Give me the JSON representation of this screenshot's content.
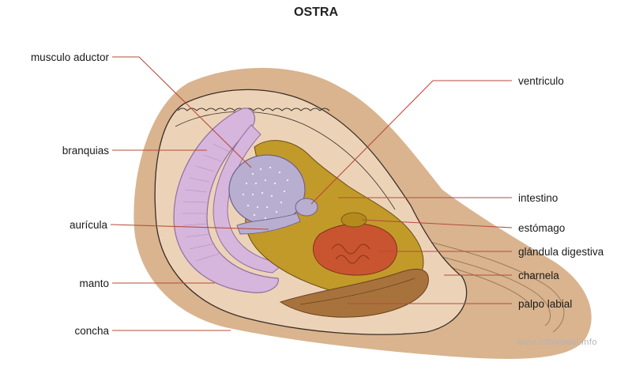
{
  "title": "OSTRA",
  "credit": "www.infovisual.info",
  "labels": {
    "musculo_aductor": "musculo aductor",
    "branquias": "branquias",
    "auricula": "aurícula",
    "manto": "manto",
    "concha": "concha",
    "ventriculo": "ventriculo",
    "intestino": "intestino",
    "estomago": "estómago",
    "glandula_digestiva": "glándula digestiva",
    "charnela": "charnela",
    "palpo_labial": "palpo labial"
  },
  "colors": {
    "shell": "#d9b48f",
    "mantle": "#ecd3b8",
    "gills": "#d6b6dc",
    "gill_edge": "#8f6f9f",
    "muscle": "#b8aed0",
    "visceral_mass": "#c29a2a",
    "digestive_gland": "#c8552f",
    "labial_palp": "#a8723c",
    "leader_line": "#b84a3a"
  }
}
